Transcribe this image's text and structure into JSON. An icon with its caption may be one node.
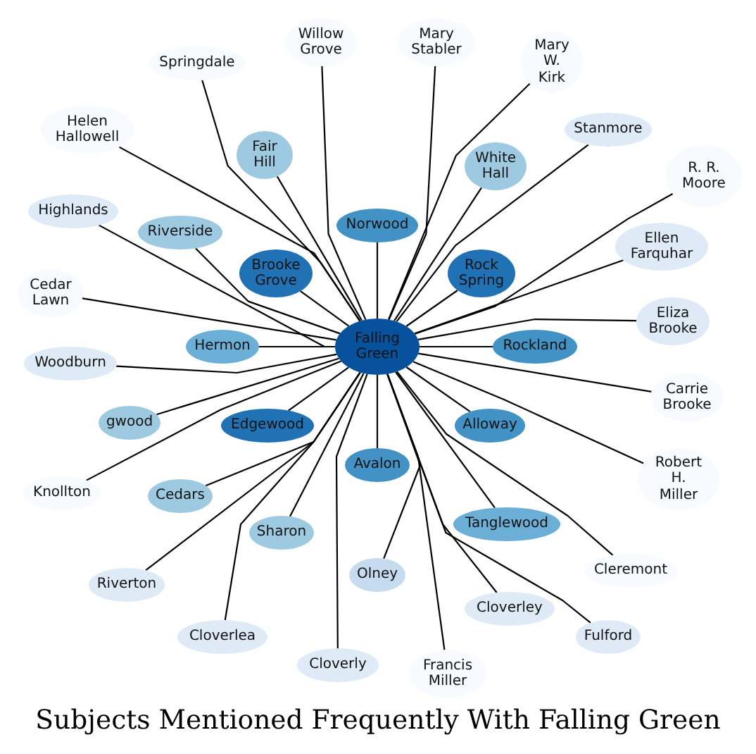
{
  "diagram": {
    "title": "Subjects Mentioned Frequently With Falling Green",
    "nodes": [
      {
        "text": [
          "Willow Grove"
        ]
      },
      {
        "text": [
          "Mary Stabler"
        ]
      },
      {
        "text": [
          "Mary W. Kirk"
        ]
      },
      {
        "text": [
          "Springdale"
        ]
      },
      {
        "text": [
          "Helen Hallowell"
        ]
      },
      {
        "text": [
          "Stanmore"
        ]
      },
      {
        "text": [
          "Fair Hill"
        ]
      },
      {
        "text": [
          "R. R. Moore"
        ]
      },
      {
        "text": [
          "White Hall"
        ]
      },
      {
        "text": [
          "Highlands"
        ]
      },
      {
        "text": [
          "Riverside"
        ]
      },
      {
        "text": [
          "Norwood"
        ]
      },
      {
        "text": [
          "Ellen Farquhar"
        ]
      },
      {
        "text": [
          "Cedar Lawn"
        ]
      },
      {
        "text": [
          "Rock Spring"
        ]
      },
      {
        "text": [
          "Brooke Grove"
        ]
      },
      {
        "text": [
          "Hermon"
        ]
      },
      {
        "text": [
          "Rockland"
        ]
      },
      {
        "text": [
          "Eliza Brooke"
        ]
      },
      {
        "text": [
          "Falling Green"
        ]
      },
      {
        "text": [
          "Woodburn"
        ]
      },
      {
        "text": [
          "gwood"
        ]
      },
      {
        "text": [
          "Carrie Brooke"
        ]
      },
      {
        "text": [
          "Edgewood"
        ]
      },
      {
        "text": [
          "Alloway"
        ]
      },
      {
        "text": [
          "Avalon"
        ]
      },
      {
        "text": [
          "Robert H. Miller"
        ]
      },
      {
        "text": [
          "Cedars"
        ]
      },
      {
        "text": [
          "Tanglewood"
        ]
      },
      {
        "text": [
          "Sharon"
        ]
      },
      {
        "text": [
          "Knollton"
        ]
      },
      {
        "text": [
          "Cleremont"
        ]
      },
      {
        "text": [
          "Olney"
        ]
      },
      {
        "text": [
          "Riverton"
        ]
      },
      {
        "text": [
          "Fulford"
        ]
      },
      {
        "text": [
          "Cloverley"
        ]
      },
      {
        "text": [
          "Cloverlea"
        ]
      },
      {
        "text": [
          "Cloverly"
        ]
      },
      {
        "text": [
          "Francis Miller"
        ]
      }
    ],
    "edges": [
      {
        "from": 19,
        "to": 0,
        "arrow": "none"
      },
      {
        "from": 19,
        "to": 1,
        "arrow": "none"
      },
      {
        "from": 19,
        "to": 2,
        "arrow": "none"
      },
      {
        "from": 19,
        "to": 3,
        "arrow": "none"
      },
      {
        "from": 19,
        "to": 4,
        "arrow": "none"
      },
      {
        "from": 19,
        "to": 5,
        "arrow": "none"
      },
      {
        "from": 19,
        "to": 6,
        "arrow": "none"
      },
      {
        "from": 19,
        "to": 7,
        "arrow": "none"
      },
      {
        "from": 19,
        "to": 8,
        "arrow": "none"
      },
      {
        "from": 19,
        "to": 9,
        "arrow": "none"
      },
      {
        "from": 19,
        "to": 10,
        "arrow": "none"
      },
      {
        "from": 19,
        "to": 11,
        "arrow": "none"
      },
      {
        "from": 19,
        "to": 12,
        "arrow": "none"
      },
      {
        "from": 19,
        "to": 13,
        "arrow": "none"
      },
      {
        "from": 19,
        "to": 14,
        "arrow": "none"
      },
      {
        "from": 19,
        "to": 15,
        "arrow": "none"
      },
      {
        "from": 19,
        "to": 16,
        "arrow": "none"
      },
      {
        "from": 19,
        "to": 17,
        "arrow": "none"
      },
      {
        "from": 19,
        "to": 18,
        "arrow": "none"
      },
      {
        "from": 19,
        "to": 20,
        "arrow": "none"
      },
      {
        "from": 19,
        "to": 21,
        "arrow": "none"
      },
      {
        "from": 19,
        "to": 22,
        "arrow": "none"
      },
      {
        "from": 19,
        "to": 23,
        "arrow": "none"
      },
      {
        "from": 19,
        "to": 24,
        "arrow": "none"
      },
      {
        "from": 19,
        "to": 25,
        "arrow": "none"
      },
      {
        "from": 19,
        "to": 26,
        "arrow": "none"
      },
      {
        "from": 19,
        "to": 27,
        "arrow": "none"
      },
      {
        "from": 19,
        "to": 28,
        "arrow": "none"
      },
      {
        "from": 19,
        "to": 29,
        "arrow": "none"
      },
      {
        "from": 19,
        "to": 30,
        "arrow": "none"
      },
      {
        "from": 19,
        "to": 31,
        "arrow": "none"
      },
      {
        "from": 19,
        "to": 32,
        "arrow": "none"
      },
      {
        "from": 19,
        "to": 33,
        "arrow": "none"
      },
      {
        "from": 19,
        "to": 34,
        "arrow": "none"
      },
      {
        "from": 19,
        "to": 35,
        "arrow": "none"
      },
      {
        "from": 19,
        "to": 36,
        "arrow": "none"
      },
      {
        "from": 19,
        "to": 37,
        "arrow": "none"
      },
      {
        "from": 19,
        "to": 38,
        "arrow": "none"
      }
    ]
  }
}
